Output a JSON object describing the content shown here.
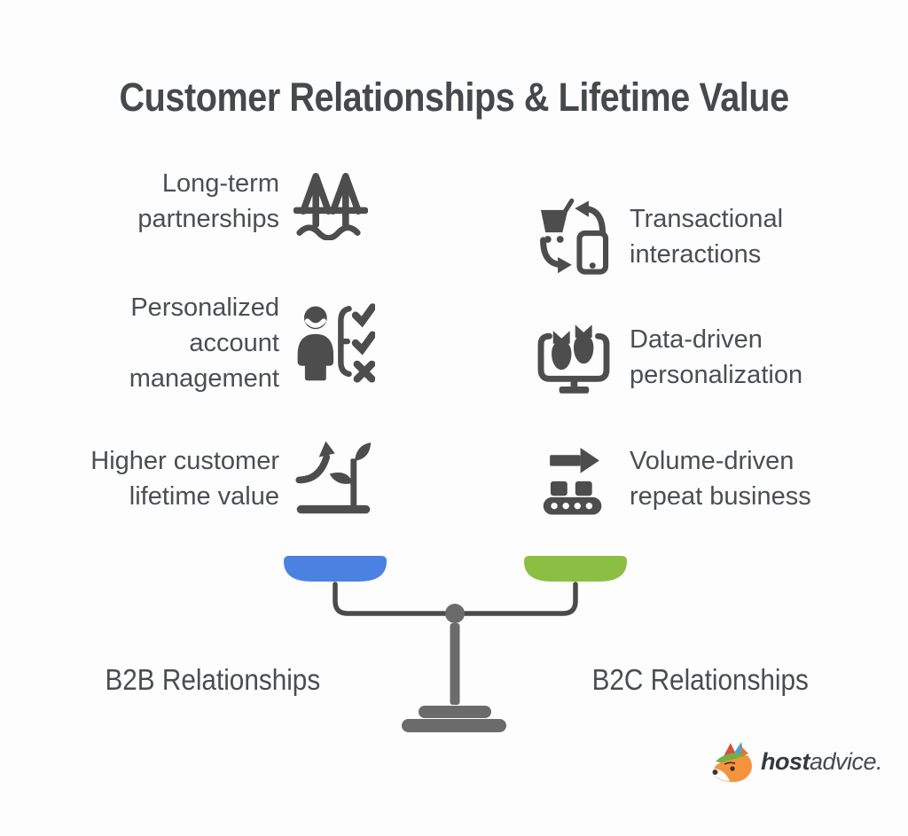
{
  "title": "Customer Relationships & Lifetime Value",
  "left_column": {
    "items": [
      {
        "label": "Long-term\npartnerships",
        "icon": "bridge-icon"
      },
      {
        "label": "Personalized\naccount\nmanagement",
        "icon": "person-checklist-icon"
      },
      {
        "label": "Higher customer\nlifetime value",
        "icon": "growth-sprout-icon"
      }
    ]
  },
  "right_column": {
    "items": [
      {
        "label": "Transactional\ninteractions",
        "icon": "cart-phone-arrows-icon"
      },
      {
        "label": "Data-driven\npersonalization",
        "icon": "monitor-data-icon"
      },
      {
        "label": "Volume-driven\nrepeat business",
        "icon": "conveyor-belt-icon"
      }
    ]
  },
  "scale": {
    "left_label": "B2B Relationships",
    "right_label": "B2C Relationships",
    "left_pan_color": "#4b82e2",
    "right_pan_color": "#8cbe44",
    "frame_color": "#4a4a4a",
    "stand_color": "#6b6b6b"
  },
  "logo": {
    "brand_bold": "host",
    "brand_regular": "advice.",
    "icon": "fox-mascot-icon"
  },
  "colors": {
    "background": "#fdfdfd",
    "text": "#4b4e52",
    "icon": "#4d4d4d"
  }
}
